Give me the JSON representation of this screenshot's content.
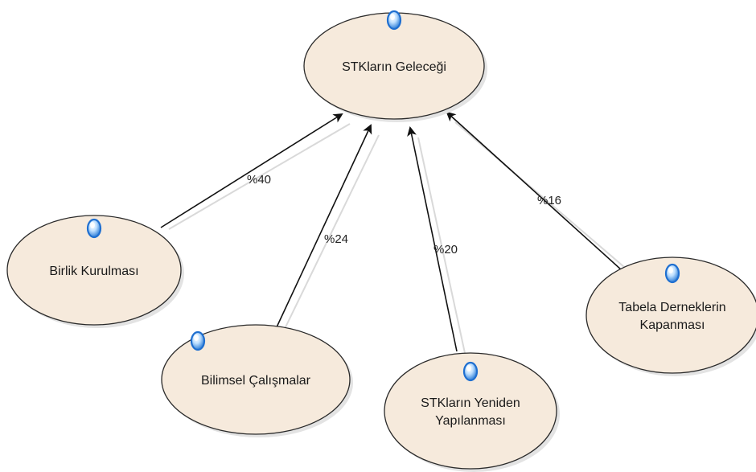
{
  "diagram": {
    "colors": {
      "node_fill": "#f6eadc",
      "node_stroke": "#2a2a2a",
      "edge": "#111111",
      "edge_shadow": "#d9d9d9",
      "bulb_outer": "#1f6fd0",
      "bulb_inner": "#cfe6ff"
    },
    "icon": "blue-bulb-icon",
    "nodes": [
      {
        "id": "stk-gelecegi",
        "lines": [
          "STKların Geleceği"
        ]
      },
      {
        "id": "birlik-kurulmasi",
        "lines": [
          "Birlik Kurulması"
        ]
      },
      {
        "id": "bilimsel-calismalar",
        "lines": [
          "Bilimsel Çalışmalar"
        ]
      },
      {
        "id": "stk-yeniden-yapilanmasi",
        "lines": [
          "STKların Yeniden",
          "Yapılanması"
        ]
      },
      {
        "id": "tabela-dernekler-kapanmasi",
        "lines": [
          "Tabela Derneklerin",
          "Kapanması"
        ]
      }
    ],
    "edges": [
      {
        "from": "birlik-kurulmasi",
        "to": "stk-gelecegi",
        "label": "%40"
      },
      {
        "from": "bilimsel-calismalar",
        "to": "stk-gelecegi",
        "label": "%24"
      },
      {
        "from": "stk-yeniden-yapilanmasi",
        "to": "stk-gelecegi",
        "label": "%20"
      },
      {
        "from": "tabela-dernekler-kapanmasi",
        "to": "stk-gelecegi",
        "label": "%16"
      }
    ]
  }
}
